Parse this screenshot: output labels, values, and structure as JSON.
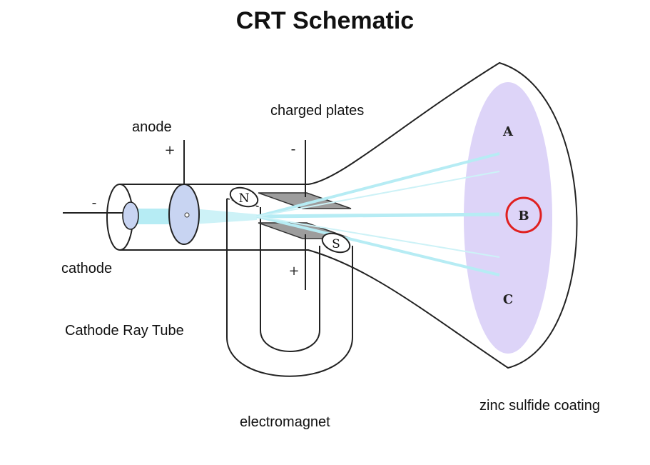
{
  "title": "CRT Schematic",
  "labels": {
    "charged_plates": "charged plates",
    "anode": "anode",
    "cathode": "cathode",
    "cathode_ray_tube": "Cathode Ray Tube",
    "electromagnet": "electromagnet",
    "zinc_sulfide_coating": "zinc sulfide coating"
  },
  "signs": {
    "anode_plus": "+",
    "cathode_minus": "-",
    "top_plate_minus": "-",
    "bottom_plate_plus": "+",
    "north": "N",
    "south": "S"
  },
  "screen_points": {
    "a": "A",
    "b": "B",
    "c": "C"
  },
  "colors": {
    "screen_fill": "#ddd4f8",
    "beam": "#b6ecf4",
    "highlight_circle": "#e02020",
    "plate_fill": "#9d9d9d",
    "anode_fill": "#c8d4f2"
  }
}
